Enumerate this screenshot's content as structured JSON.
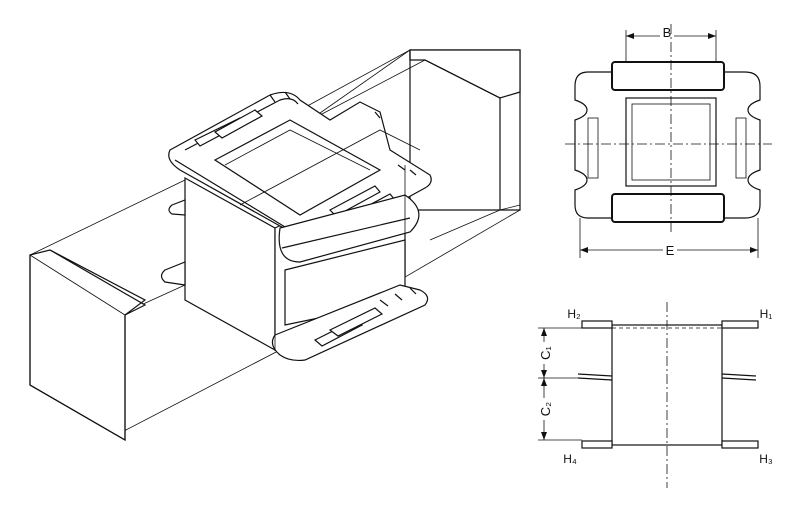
{
  "figure": {
    "labels": {
      "B": "B",
      "E": "E",
      "C1": "C₁",
      "C2": "C₂",
      "H1": "H₁",
      "H2": "H₂",
      "H3": "H₃",
      "H4": "H₄"
    },
    "colors": {
      "line": "#111111",
      "background": "#ffffff",
      "shade": "#d8d8d8"
    }
  }
}
